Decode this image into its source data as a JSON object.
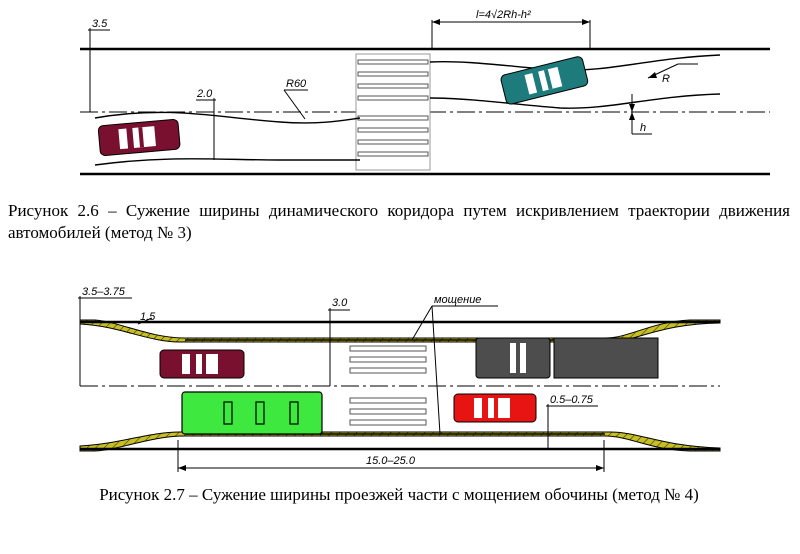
{
  "figure1": {
    "caption": "Рисунок 2.6 – Сужение ширины динамического коридора путем искривлением траектории движения автомобилей (метод № 3)",
    "labels": {
      "width": "3.5",
      "offset": "2.0",
      "radius_curve": "R60",
      "length_formula": "l=4√2Rh-h²",
      "radius": "R",
      "height": "h"
    }
  },
  "figure2": {
    "caption": "Рисунок 2.7 – Сужение ширины проезжей части с мощением обочины (метод № 4)",
    "labels": {
      "width": "3.5–3.75",
      "shoulder": "1.5",
      "lane": "3.0",
      "paving": "мощение",
      "edge": "0.5–0.75",
      "length": "15.0–25.0"
    }
  },
  "colors": {
    "car_maroon": "#7a1030",
    "car_teal": "#1e7b7b",
    "bus_green": "#3ee83e",
    "car_red": "#e81414",
    "truck_gray": "#4d4d4d",
    "paving_yellow": "#c8c020"
  }
}
